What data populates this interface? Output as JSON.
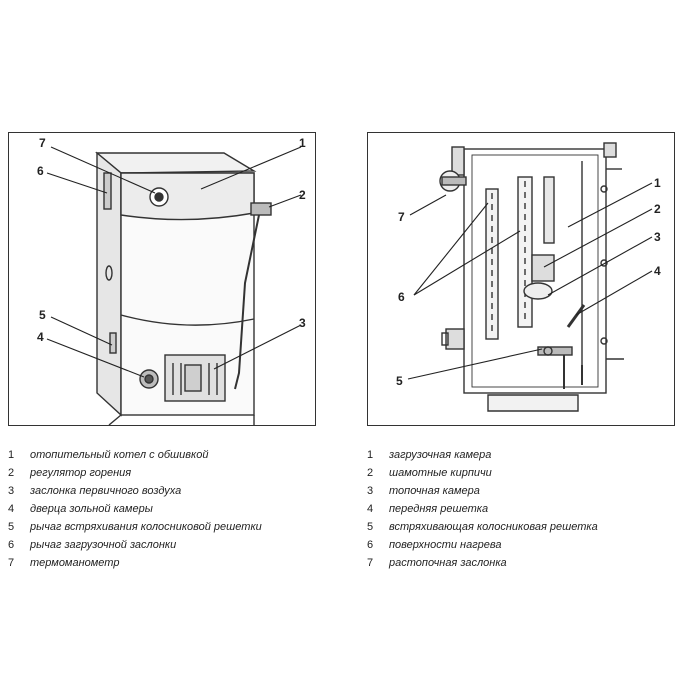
{
  "left_diagram": {
    "callouts": [
      "7",
      "6",
      "1",
      "2",
      "5",
      "4",
      "3"
    ]
  },
  "right_diagram": {
    "callouts": [
      "7",
      "6",
      "1",
      "2",
      "3",
      "4",
      "5"
    ]
  },
  "legend_left": [
    {
      "num": "1",
      "text": "отопительный котел с обшивкой"
    },
    {
      "num": "2",
      "text": "регулятор горения"
    },
    {
      "num": "3",
      "text": "заслонка первичного воздуха"
    },
    {
      "num": "4",
      "text": "дверца зольной камеры"
    },
    {
      "num": "5",
      "text": "рычаг встряхивания колосниковой решетки"
    },
    {
      "num": "6",
      "text": "рычаг загрузочной заслонки"
    },
    {
      "num": "7",
      "text": "термоманометр"
    }
  ],
  "legend_right": [
    {
      "num": "1",
      "text": "загрузочная камера"
    },
    {
      "num": "2",
      "text": "шамотные кирпичи"
    },
    {
      "num": "3",
      "text": "топочная камера"
    },
    {
      "num": "4",
      "text": "передняя решетка"
    },
    {
      "num": "5",
      "text": "встряхивающая колосниковая решетка"
    },
    {
      "num": "6",
      "text": "поверхности нагрева"
    },
    {
      "num": "7",
      "text": "растопочная заслонка"
    }
  ]
}
